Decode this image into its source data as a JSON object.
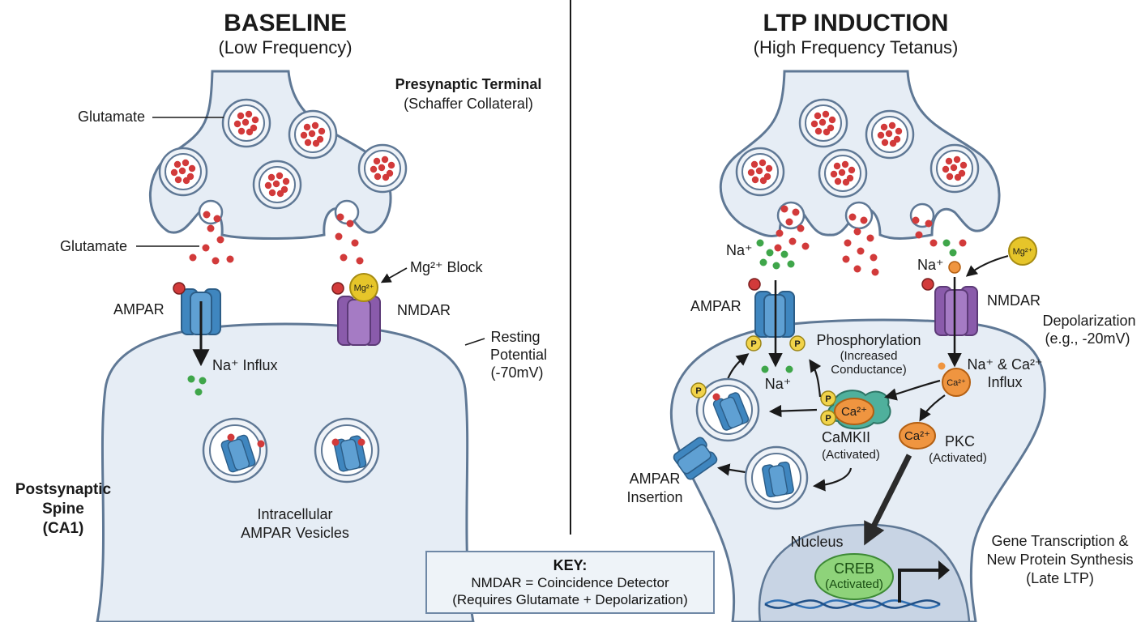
{
  "baseline": {
    "title": "BASELINE",
    "subtitle": "(Low Frequency)",
    "presynaptic_title": "Presynaptic Terminal",
    "presynaptic_sub": "(Schaffer Collateral)",
    "glutamate_vesicle_label": "Glutamate",
    "glutamate_cleft_label": "Glutamate",
    "mg_block_label": "Mg²⁺ Block",
    "mg_ion": "Mg²⁺",
    "ampar_label": "AMPAR",
    "nmdar_label": "NMDAR",
    "na_influx_label": "Na⁺ Influx",
    "resting_1": "Resting",
    "resting_2": "Potential",
    "resting_3": "(-70mV)",
    "postsynaptic_1": "Postsynaptic",
    "postsynaptic_2": "Spine",
    "postsynaptic_3": "(CA1)",
    "vesicles_1": "Intracellular",
    "vesicles_2": "AMPAR Vesicles"
  },
  "ltp": {
    "title": "LTP INDUCTION",
    "subtitle": "(High Frequency Tetanus)",
    "na_left": "Na⁺",
    "na_right": "Na⁺",
    "mg_ion": "Mg²⁺",
    "ampar_label": "AMPAR",
    "nmdar_label": "NMDAR",
    "depol_1": "Depolarization",
    "depol_2": "(e.g., -20mV)",
    "phos_1": "Phosphorylation",
    "phos_2": "(Increased",
    "phos_3": "Conductance)",
    "na_in": "Na⁺",
    "naca_1": "Na⁺ & Ca²⁺",
    "naca_2": "Influx",
    "ca_ion": "Ca²⁺",
    "camkii_ca": "Ca²⁺",
    "camkii_1": "CaMKII",
    "camkii_2": "(Activated)",
    "pkc_ca": "Ca²⁺",
    "pkc_1": "PKC",
    "pkc_2": "(Activated)",
    "p": "P",
    "insertion_1": "AMPAR",
    "insertion_2": "Insertion",
    "nucleus": "Nucleus",
    "creb_1": "CREB",
    "creb_2": "(Activated)",
    "gene_1": "Gene Transcription &",
    "gene_2": "New Protein Synthesis",
    "gene_3": "(Late LTP)"
  },
  "key": {
    "title": "KEY:",
    "line1": "NMDAR = Coincidence Detector",
    "line2": "(Requires Glutamate + Depolarization)"
  },
  "colors": {
    "membrane_fill": "#e6edf5",
    "membrane_stroke": "#5f7895",
    "glutamate": "#d23a3a",
    "ampar": "#3f86bf",
    "nmdar": "#8a5bab",
    "sodium": "#3fa64a",
    "magnesium": "#e6c52a",
    "calcium": "#ef9540",
    "camkii": "#4fb09c",
    "creb": "#8ed37a",
    "nucleus": "#c8d4e4"
  }
}
